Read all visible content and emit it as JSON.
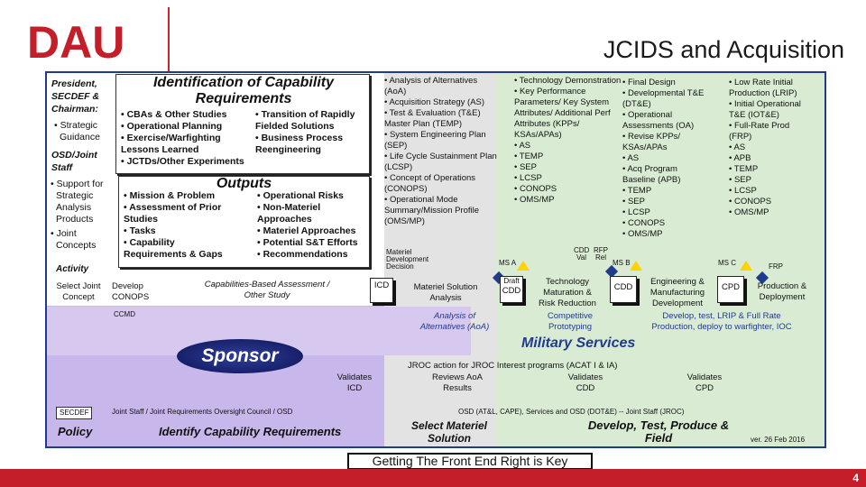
{
  "title": "JCIDS and Acquisition",
  "logo_text": "DAU",
  "roles": {
    "president": "President,",
    "secdef": "SECDEF &",
    "chairman": "Chairman:",
    "strategic_1": "• Strategic",
    "strategic_2": "Guidance",
    "osd_1": "OSD/Joint",
    "osd_2": "Staff",
    "support_1": "• Support for",
    "support_2": "Strategic",
    "support_3": "Analysis",
    "support_4": "Products",
    "joint_1": "• Joint",
    "joint_2": "Concepts",
    "activity": "Activity"
  },
  "identification": {
    "heading_1": "Identification of Capability",
    "heading_2": "Requirements",
    "col1": [
      "• CBAs & Other Studies",
      "• Operational Planning",
      "• Exercise/Warfighting",
      "  Lessons Learned",
      "• JCTDs/Other Experiments"
    ],
    "col2": [
      "• Transition of Rapidly",
      "  Fielded Solutions",
      "• Business Process",
      "  Reengineering"
    ]
  },
  "outputs": {
    "heading": "Outputs",
    "col1": [
      "• Mission & Problem",
      "• Assessment of Prior",
      "  Studies",
      "• Tasks",
      "• Capability",
      "  Requirements & Gaps"
    ],
    "col2": [
      "• Operational Risks",
      "• Non-Materiel",
      "  Approaches",
      "• Materiel Approaches",
      "• Potential S&T Efforts",
      "• Recommendations"
    ]
  },
  "aoa_list": [
    "• Analysis of Alternatives",
    "  (AoA)",
    "• Acquisition Strategy (AS)",
    "• Test & Evaluation (T&E)",
    "  Master Plan (TEMP)",
    "• System Engineering Plan",
    "  (SEP)",
    "• Life Cycle Sustainment Plan",
    "  (LCSP)",
    "• Concept of Operations",
    "  (CONOPS)",
    "• Operational Mode",
    "  Summary/Mission Profile",
    "  (OMS/MP)"
  ],
  "tech_list": [
    "• Technology Demonstration",
    "• Key Performance",
    "  Parameters/ Key System",
    "  Attributes/ Additional Perf",
    "  Attributes (KPPs/",
    "  KSAs/APAs)",
    "• AS",
    "• TEMP",
    "• SEP",
    "• LCSP",
    "• CONOPS",
    "• OMS/MP"
  ],
  "final_list": [
    "• Final Design",
    "• Developmental T&E",
    "  (DT&E)",
    "• Operational",
    "  Assessments (OA)",
    "• Revise KPPs/",
    "  KSAs/APAs",
    "• AS",
    "• Acq Program",
    "  Baseline (APB)",
    "• TEMP",
    "• SEP",
    "• LCSP",
    "• CONOPS",
    "• OMS/MP"
  ],
  "lrip_list": [
    "• Low Rate Initial",
    "  Production (LRIP)",
    "• Initial Operational",
    "  T&E (IOT&E)",
    "• Full-Rate Prod",
    "  (FRP)",
    "• AS",
    "• APB",
    "• TEMP",
    "• SEP",
    "• LCSP",
    "• CONOPS",
    "• OMS/MP"
  ],
  "milestones": {
    "mdd_1": "Materiel",
    "mdd_2": "Development",
    "mdd_3": "Decision",
    "ms_a": "MS A",
    "cdd_val": "CDD",
    "val": "Val",
    "rfp": "RFP",
    "rel": "Rel",
    "ms_b": "MS B",
    "ms_c": "MS C",
    "frp": "FRP"
  },
  "phases": {
    "select_joint_1": "Select Joint",
    "select_joint_2": "Concept",
    "develop_1": "Develop",
    "develop_2": "CONOPS",
    "cbas_1": "Capabilities-Based Assessment /",
    "cbas_2": "Other Study",
    "icd": "ICD",
    "msa_1": "Materiel Solution",
    "msa_2": "Analysis",
    "draft_1": "Draft",
    "draft_2": "CDD",
    "tmrr_1": "Technology",
    "tmrr_2": "Maturation &",
    "tmrr_3": "Risk Reduction",
    "cdd": "CDD",
    "emd_1": "Engineering &",
    "emd_2": "Manufacturing",
    "emd_3": "Development",
    "cpd": "CPD",
    "pd_1": "Production &",
    "pd_2": "Deployment"
  },
  "band": {
    "ccmd": "CCMD",
    "aoa_1": "Analysis of",
    "aoa_2": "Alternatives (AoA)",
    "comp_1": "Competitive",
    "comp_2": "Prototyping",
    "dev_1": "Develop, test, LRIP & Full Rate",
    "dev_2": "Production, deploy to warfighter, IOC"
  },
  "military_services": "Military Services",
  "sponsor": "Sponsor",
  "validation": {
    "validates_icd_1": "Validates",
    "validates_icd_2": "ICD",
    "jroc": "JROC action for JROC Interest programs (ACAT I & IA)",
    "reviews_1": "Reviews AoA",
    "reviews_2": "Results",
    "validates_cdd_1": "Validates",
    "validates_cdd_2": "CDD",
    "validates_cpd_1": "Validates",
    "validates_cpd_2": "CPD"
  },
  "bottom": {
    "secdef": "SECDEF",
    "jrs": "Joint Staff / Joint Requirements Oversight Council / OSD",
    "osd": "OSD (AT&L, CAPE), Services and OSD (DOT&E)  -- Joint Staff (JROC)",
    "policy": "Policy",
    "identify": "Identify Capability Requirements",
    "select_1": "Select Materiel",
    "select_2": "Solution",
    "dtpf_1": "Develop, Test, Produce &",
    "dtpf_2": "Field",
    "version": "ver. 26 Feb 2016"
  },
  "key_message": "Getting The Front End Right is Key",
  "page_number": "4",
  "colors": {
    "brand_red": "#c41e29",
    "frame_blue": "#1f3b8c",
    "lavender": "#c8b7ea",
    "green": "#d9ecd3",
    "grey": "#e3e3e3"
  }
}
